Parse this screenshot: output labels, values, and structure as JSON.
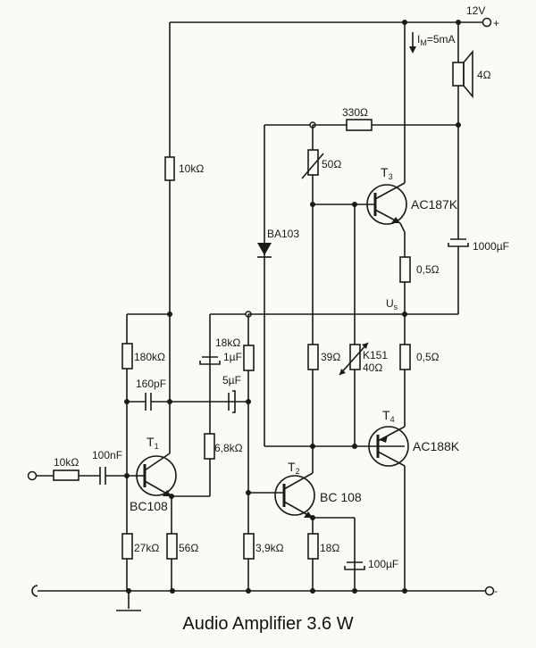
{
  "title": "Audio Amplifier 3.6 W",
  "supply": {
    "voltage": "12V",
    "plus": "+",
    "minus": "-",
    "current": "I",
    "current_sub": "M",
    "current_val": "=5mA"
  },
  "node_us": {
    "main": "U",
    "sub": "s"
  },
  "components": {
    "r_in": "10kΩ",
    "c_in": "100nF",
    "r_10k": "10kΩ",
    "r_180k": "180kΩ",
    "c_160p": "160pF",
    "r_18k": "18kΩ",
    "c_1u": "1µF",
    "c_5u": "5µF",
    "r_6k8": "6,8kΩ",
    "r_27k": "27kΩ",
    "r_56": "56Ω",
    "r_3k9": "3,9kΩ",
    "r_18": "18Ω",
    "c_100u": "100µF",
    "r_330": "330Ω",
    "r_50": "50Ω",
    "d_ba103": "BA103",
    "r_39": "39Ω",
    "ntc_k151": "K151",
    "ntc_val": "40Ω",
    "r_05_top": "0,5Ω",
    "r_05_bot": "0,5Ω",
    "c_1000u": "1000µF",
    "spk": "4Ω"
  },
  "transistors": {
    "t1": {
      "name": "T",
      "sub": "1",
      "type": "BC108"
    },
    "t2": {
      "name": "T",
      "sub": "2",
      "type": "BC 108"
    },
    "t3": {
      "name": "T",
      "sub": "3",
      "type": "AC187K"
    },
    "t4": {
      "name": "T",
      "sub": "4",
      "type": "AC188K"
    }
  }
}
